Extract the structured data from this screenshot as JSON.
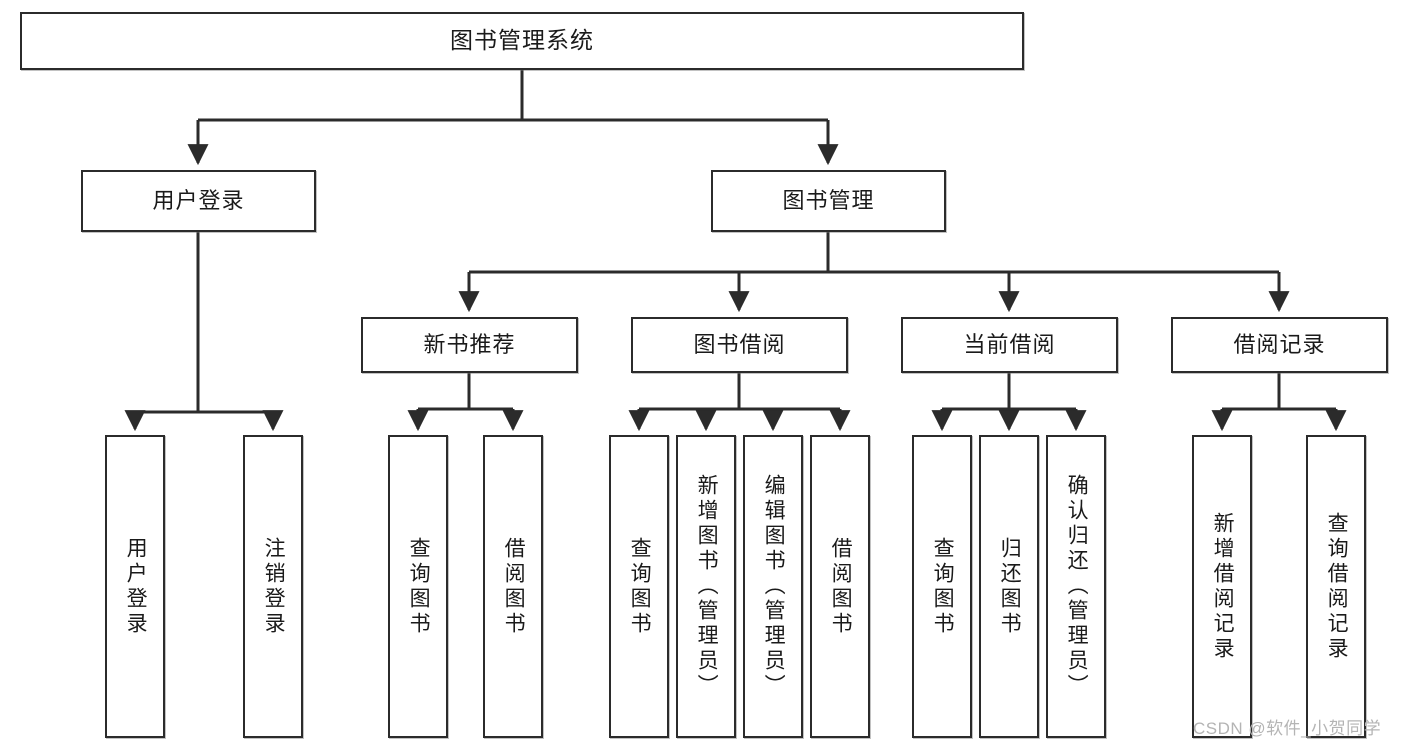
{
  "diagram": {
    "title": "图书管理系统",
    "type": "tree-hierarchy-diagram",
    "colors": {
      "box_border": "#2b2b2b",
      "box_fill": "#ffffff",
      "edge": "#2b2b2b",
      "text": "#1a1a1a",
      "watermark": "#b4b4b4",
      "background": "#ffffff"
    },
    "root": {
      "id": "root",
      "label": "图书管理系统"
    },
    "level2": [
      {
        "id": "login",
        "label": "用户登录"
      },
      {
        "id": "bookmgmt",
        "label": "图书管理"
      }
    ],
    "level3": [
      {
        "id": "newbook",
        "label": "新书推荐"
      },
      {
        "id": "borrow",
        "label": "图书借阅"
      },
      {
        "id": "current",
        "label": "当前借阅"
      },
      {
        "id": "record",
        "label": "借阅记录"
      }
    ],
    "leaves": {
      "login": [
        {
          "id": "leaf-user-login",
          "label": "用户登录"
        },
        {
          "id": "leaf-user-logout",
          "label": "注销登录"
        }
      ],
      "newbook": [
        {
          "id": "leaf-query-book-1",
          "label": "查询图书"
        },
        {
          "id": "leaf-borrow-book-1",
          "label": "借阅图书"
        }
      ],
      "borrow": [
        {
          "id": "leaf-query-book-2",
          "label": "查询图书"
        },
        {
          "id": "leaf-add-book",
          "label": "新增图书（管理员）"
        },
        {
          "id": "leaf-edit-book",
          "label": "编辑图书（管理员）"
        },
        {
          "id": "leaf-borrow-book-2",
          "label": "借阅图书"
        }
      ],
      "current": [
        {
          "id": "leaf-query-book-3",
          "label": "查询图书"
        },
        {
          "id": "leaf-return-book",
          "label": "归还图书"
        },
        {
          "id": "leaf-confirm-return",
          "label": "确认归还（管理员）"
        }
      ],
      "record": [
        {
          "id": "leaf-add-record",
          "label": "新增借阅记录"
        },
        {
          "id": "leaf-query-record",
          "label": "查询借阅记录"
        }
      ]
    },
    "watermark": "CSDN @软件_小贺同学"
  }
}
